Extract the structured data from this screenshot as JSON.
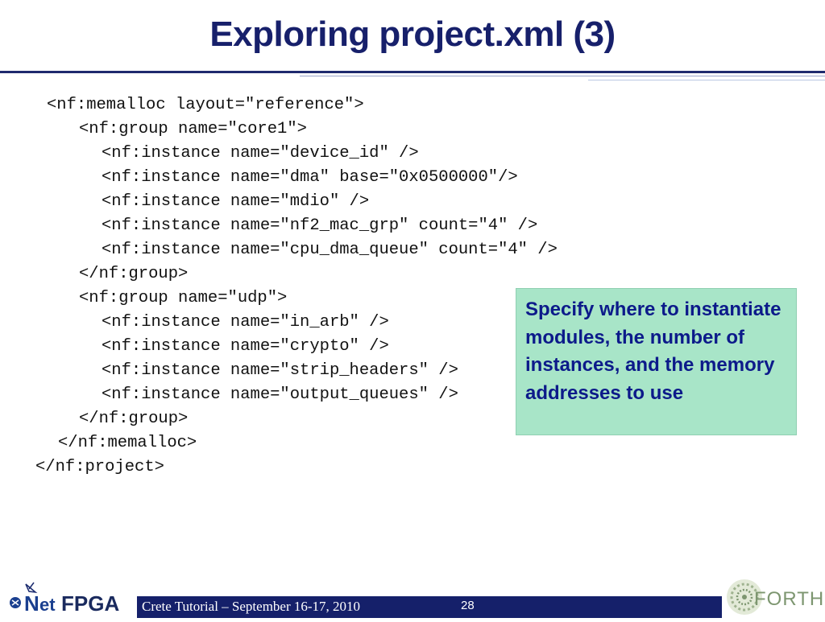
{
  "slide": {
    "title": "Exploring project.xml (3)"
  },
  "code_lines": [
    "<nf:memalloc layout=\"reference\">",
    "<nf:group name=\"core1\">",
    "<nf:instance name=\"device_id\" />",
    "<nf:instance name=\"dma\" base=\"0x0500000\"/>",
    "<nf:instance name=\"mdio\" />",
    "<nf:instance name=\"nf2_mac_grp\" count=\"4\" />",
    "<nf:instance name=\"cpu_dma_queue\" count=\"4\" />",
    "</nf:group>",
    "<nf:group name=\"udp\">",
    "<nf:instance name=\"in_arb\" />",
    "<nf:instance name=\"crypto\" />",
    "<nf:instance name=\"strip_headers\" />",
    "<nf:instance name=\"output_queues\" />",
    "</nf:group>",
    "</nf:memalloc>",
    "</nf:project>"
  ],
  "callout": {
    "text": "Specify where to instantiate modules, the number of instances, and the memory addresses to use"
  },
  "footer": {
    "text": "Crete Tutorial – September 16-17, 2010",
    "page_number": "28",
    "left_logo": "NetFPGA",
    "right_logo": "FORTH"
  },
  "colors": {
    "title": "#17206b",
    "callout_bg": "#a8e5c8",
    "callout_text": "#0c1a8a",
    "footer_bar": "#15206a"
  }
}
